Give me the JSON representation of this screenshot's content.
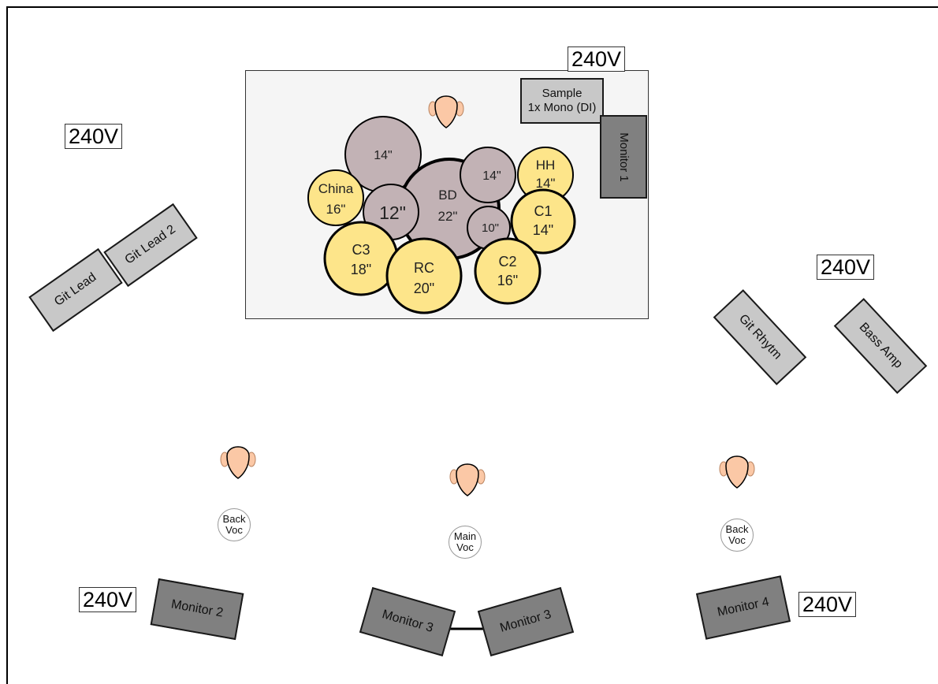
{
  "power": [
    "240V",
    "240V",
    "240V",
    "240V",
    "240V"
  ],
  "drum_riser": {
    "sample": {
      "line1": "Sample",
      "line2": "1x Mono (DI)"
    },
    "monitor1": "Monitor 1",
    "drums": [
      {
        "line1": "14\"",
        "line2": ""
      },
      {
        "line1": "BD",
        "line2": "22\""
      },
      {
        "line1": "14\"",
        "line2": ""
      },
      {
        "line1": "12\"",
        "line2": ""
      },
      {
        "line1": "10\"",
        "line2": ""
      }
    ],
    "cymbals": [
      {
        "line1": "HH",
        "line2": "14\""
      },
      {
        "line1": "China",
        "line2": "16\""
      },
      {
        "line1": "C1",
        "line2": "14\""
      },
      {
        "line1": "C3",
        "line2": "18\""
      },
      {
        "line1": "RC",
        "line2": "20\""
      },
      {
        "line1": "C2",
        "line2": "16\""
      }
    ]
  },
  "amps": {
    "git_lead": "Git Lead",
    "git_lead2": "Git Lead 2",
    "git_rhythm": "Git Rhytm",
    "bass_amp": "Bass Amp"
  },
  "mics": {
    "back_voc_left": {
      "line1": "Back",
      "line2": "Voc"
    },
    "main_voc": {
      "line1": "Main",
      "line2": "Voc"
    },
    "back_voc_right": {
      "line1": "Back",
      "line2": "Voc"
    }
  },
  "monitors": {
    "monitor2": "Monitor 2",
    "monitor3a": "Monitor 3",
    "monitor3b": "Monitor 3",
    "monitor4": "Monitor 4"
  },
  "colors": {
    "drum": "#c2b2b5",
    "cymbal": "#fde58a",
    "face": "#fbc8a6",
    "amp": "#c8c8c8",
    "monitor": "#808080"
  }
}
